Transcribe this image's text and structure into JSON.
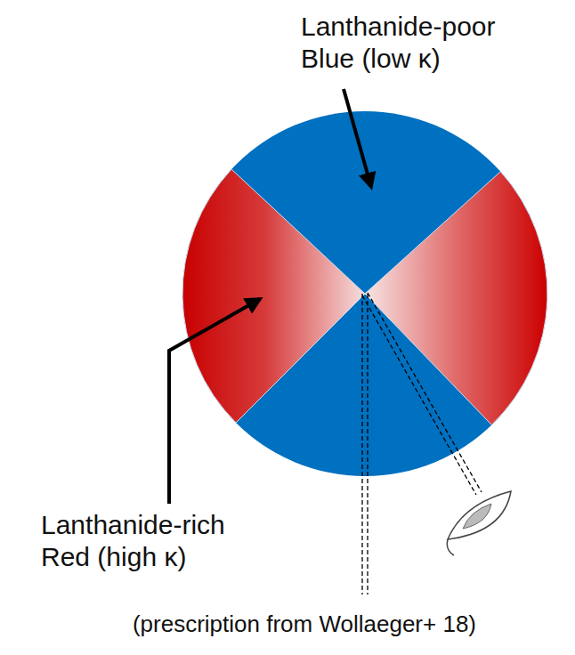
{
  "diagram": {
    "caption": "(prescription from Wollaeger+ 18)",
    "labels": [
      "Lanthanide-poor Blue (low κ)",
      "Lanthanide-rich Red (high κ)"
    ]
  }
}
